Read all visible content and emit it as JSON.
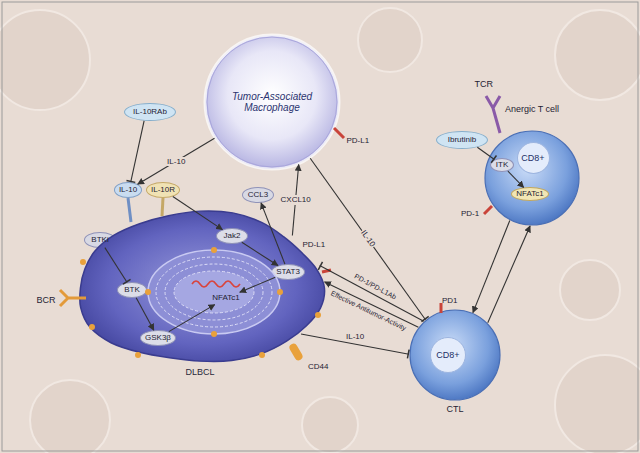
{
  "diagram": {
    "nodes": [
      {
        "text": [
          "Tumor-Associated Macrophage"
        ]
      },
      {
        "text": [
          "IL-10RAb"
        ]
      },
      {
        "text": [
          "IL-10"
        ]
      },
      {
        "text": [
          "IL-10R"
        ]
      },
      {
        "text": [
          "BTKi"
        ]
      },
      {
        "text": [
          "CCL3"
        ]
      },
      {
        "text": [
          "DLBCL"
        ]
      },
      {
        "text": [
          "BTK"
        ],
        "in": 6
      },
      {
        "text": [
          "GSK3β"
        ],
        "in": 6
      },
      {
        "text": [
          "Jak2"
        ],
        "in": 6
      },
      {
        "text": [
          "STAT3"
        ],
        "in": 6
      },
      {
        "text": [
          "NFATc1"
        ],
        "in": 6
      },
      {
        "text": [
          "Ibrutinib"
        ]
      },
      {
        "text": [
          "Anergic T cell"
        ]
      },
      {
        "text": [
          "ITK"
        ],
        "in": 13
      },
      {
        "text": [
          "CD8+"
        ],
        "in": 13
      },
      {
        "text": [
          "NFATc1"
        ],
        "in": 13
      },
      {
        "text": [
          "CTL"
        ]
      },
      {
        "text": [
          "CD8+"
        ],
        "in": 17
      }
    ],
    "edges": [
      {
        "from": 0,
        "to": 2,
        "arrow": "to",
        "label": "IL-10"
      },
      {
        "from": 1,
        "to": 2,
        "arrow": "to"
      },
      {
        "from": 4,
        "to": 7,
        "arrow": "to"
      },
      {
        "from": 7,
        "to": 8,
        "arrow": "to"
      },
      {
        "from": 8,
        "to": 11,
        "arrow": "to"
      },
      {
        "from": 3,
        "to": 9,
        "arrow": "to"
      },
      {
        "from": 9,
        "to": 10,
        "arrow": "to"
      },
      {
        "from": 10,
        "to": 5,
        "arrow": "to"
      },
      {
        "from": 10,
        "to": 11,
        "arrow": "to"
      },
      {
        "from": 6,
        "to": 0,
        "arrow": "to",
        "label": "CXCL10"
      },
      {
        "from": 0,
        "to": 17,
        "arrow": "to",
        "label": "IL-10"
      },
      {
        "from": 6,
        "to": 17,
        "arrow": "to",
        "label": "IL-10"
      },
      {
        "from": 17,
        "to": 6,
        "arrow": "to",
        "label": "PD-1/PD-L1Ab"
      },
      {
        "from": 17,
        "to": 6,
        "arrow": "to",
        "label": "Effective Antitumor-Activity"
      },
      {
        "from": 12,
        "to": 14,
        "arrow": "to"
      },
      {
        "from": 14,
        "to": 16,
        "arrow": "to"
      },
      {
        "from": 17,
        "to": 13,
        "arrow": "to"
      },
      {
        "from": 13,
        "to": 17,
        "arrow": "to"
      }
    ],
    "labels": [
      "TCR",
      "PD-L1",
      "BCR",
      "PD-L1",
      "PD-1",
      "PD1",
      "CD44"
    ]
  }
}
